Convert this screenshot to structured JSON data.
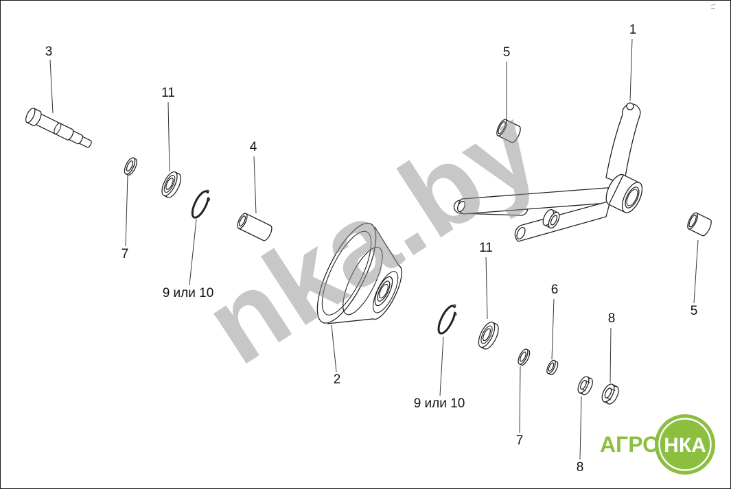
{
  "figure": {
    "background": "#ffffff",
    "line_color": "#222222"
  },
  "watermark": {
    "text": "nka.by",
    "color": "#8f8f8f"
  },
  "logo": {
    "agro_text": "АГРО",
    "nka_text": "НКА",
    "green": "#8CBF3F"
  },
  "labels": [
    {
      "text": "3"
    },
    {
      "text": "11"
    },
    {
      "text": "4"
    },
    {
      "text": "5"
    },
    {
      "text": "1"
    },
    {
      "text": "7"
    },
    {
      "text": "9 или 10"
    },
    {
      "text": "2"
    },
    {
      "text": "11"
    },
    {
      "text": "9 или 10"
    },
    {
      "text": "6"
    },
    {
      "text": "7"
    },
    {
      "text": "8"
    },
    {
      "text": "8"
    },
    {
      "text": "5"
    }
  ]
}
